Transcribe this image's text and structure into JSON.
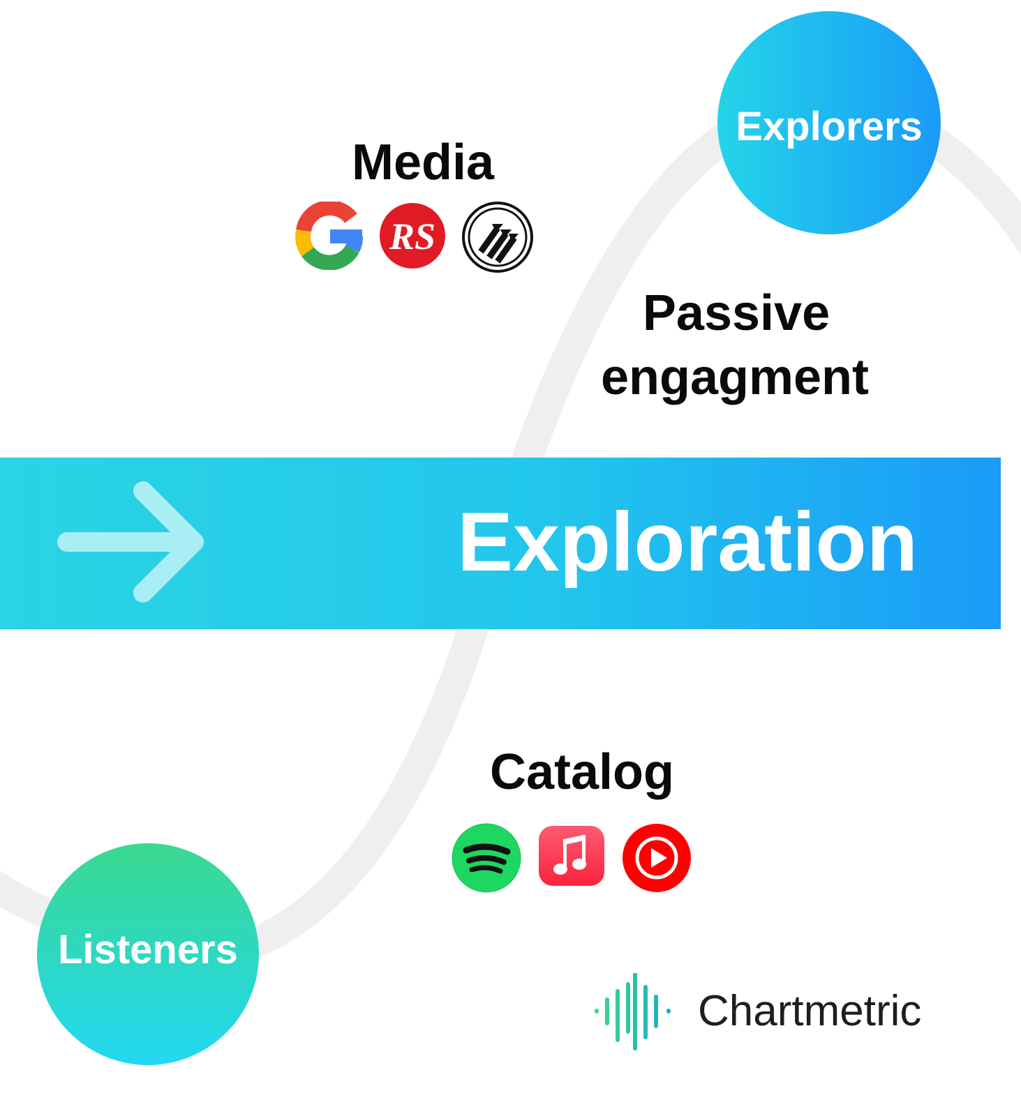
{
  "nodes": {
    "explorers": "Explorers",
    "listeners": "Listeners"
  },
  "labels": {
    "media": "Media",
    "passive_line1": "Passive",
    "passive_line2": "engagment",
    "catalog": "Catalog"
  },
  "banner": {
    "text": "Exploration",
    "arrow_icon": "arrow-right-icon"
  },
  "media_icons": [
    "google-icon",
    "rolling-stone-icon",
    "pitchfork-icon"
  ],
  "catalog_icons": [
    "spotify-icon",
    "apple-music-icon",
    "youtube-music-icon"
  ],
  "brand": {
    "name": "Chartmetric",
    "logo_icon": "chartmetric-waveform-icon"
  },
  "colors": {
    "curve": "#efefef",
    "banner_start": "#2bd4e4",
    "banner_end": "#1a9bf8",
    "explorers_start": "#24d4e8",
    "explorers_end": "#1a9bf8",
    "listeners_top": "#3ad98f",
    "listeners_bottom": "#22d8f3",
    "label_text": "#0a0a0a"
  }
}
